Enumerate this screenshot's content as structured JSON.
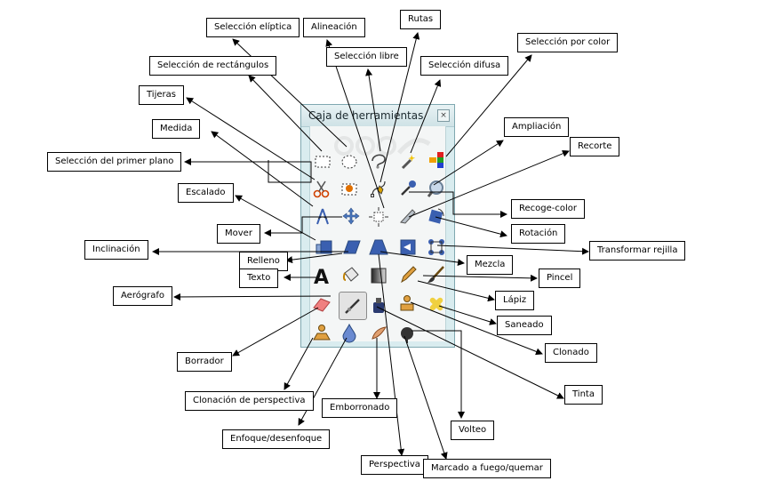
{
  "window": {
    "title": "Caja de herramientas",
    "close_icon": "close-icon"
  },
  "labels": {
    "seleccion_eliptica": "Selección elíptica",
    "alineacion": "Alineación",
    "rutas": "Rutas",
    "seleccion_libre": "Selección libre",
    "seleccion_por_color": "Selección por color",
    "seleccion_rectangulos": "Selección de  rectángulos",
    "seleccion_difusa": "Selección difusa",
    "tijeras": "Tijeras",
    "medida": "Medida",
    "ampliacion": "Ampliación",
    "recorte": "Recorte",
    "seleccion_primer_plano": "Selección del primer plano",
    "escalado": "Escalado",
    "recoge_color": "Recoge-color",
    "mover": "Mover",
    "rotacion": "Rotación",
    "inclinacion": "Inclinación",
    "transformar_rejilla": "Transformar  rejilla",
    "relleno": "Relleno",
    "mezcla": "Mezcla",
    "texto": "Texto",
    "pincel": "Pincel",
    "aerografo": "Aerógrafo",
    "lapiz": "Lápiz",
    "saneado": "Saneado",
    "borrador": "Borrador",
    "clonado": "Clonado",
    "tinta": "Tinta",
    "clonacion_perspectiva": "Clonación de perspectiva",
    "emborronado": "Emborronado",
    "volteo": "Volteo",
    "enfoque": "Enfoque/desenfoque",
    "perspectiva": "Perspectiva",
    "marcado_fuego": "Marcado a fuego/quemar"
  },
  "tools": [
    {
      "name": "rect-select-icon"
    },
    {
      "name": "ellipse-select-icon"
    },
    {
      "name": "free-select-icon"
    },
    {
      "name": "fuzzy-select-icon"
    },
    {
      "name": "color-select-icon"
    },
    {
      "name": "scissors-icon"
    },
    {
      "name": "foreground-select-icon"
    },
    {
      "name": "paths-icon"
    },
    {
      "name": "color-picker-icon"
    },
    {
      "name": "zoom-icon"
    },
    {
      "name": "measure-icon"
    },
    {
      "name": "move-icon"
    },
    {
      "name": "align-icon"
    },
    {
      "name": "crop-icon"
    },
    {
      "name": "rotate-icon"
    },
    {
      "name": "scale-icon"
    },
    {
      "name": "shear-icon"
    },
    {
      "name": "perspective-icon"
    },
    {
      "name": "flip-icon"
    },
    {
      "name": "cage-transform-icon"
    },
    {
      "name": "text-icon"
    },
    {
      "name": "bucket-fill-icon"
    },
    {
      "name": "blend-icon"
    },
    {
      "name": "pencil-icon"
    },
    {
      "name": "paintbrush-icon"
    },
    {
      "name": "eraser-icon"
    },
    {
      "name": "airbrush-icon"
    },
    {
      "name": "ink-icon"
    },
    {
      "name": "clone-icon"
    },
    {
      "name": "heal-icon"
    },
    {
      "name": "perspective-clone-icon"
    },
    {
      "name": "blur-sharpen-icon"
    },
    {
      "name": "smudge-icon"
    },
    {
      "name": "dodge-burn-icon"
    }
  ]
}
